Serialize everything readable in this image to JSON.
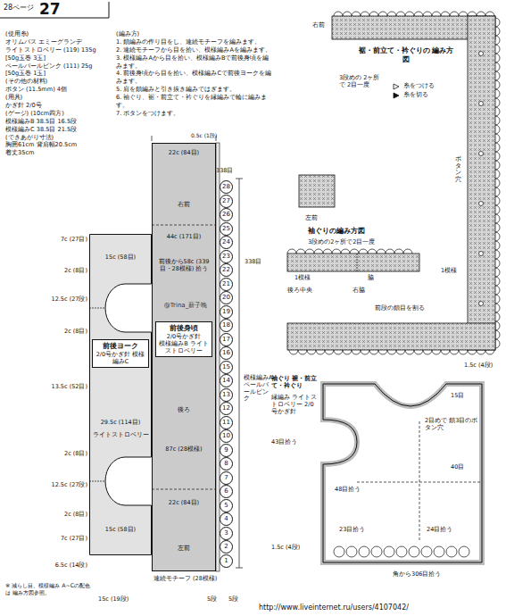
{
  "diagram": {
    "nodes": [
      {
        "text": [
          "前後ヨーク",
          "2/0号かぎ針 模様編みC"
        ]
      },
      {
        "text": [
          "前後身頃",
          "2/0号かぎ針",
          "模様編みB ライトストロベリー"
        ]
      },
      {
        "text": [
          "1"
        ]
      },
      {
        "text": [
          "2"
        ]
      },
      {
        "text": [
          "3"
        ]
      },
      {
        "text": [
          "4"
        ]
      },
      {
        "text": [
          "5"
        ]
      },
      {
        "text": [
          "6"
        ]
      },
      {
        "text": [
          "7"
        ]
      },
      {
        "text": [
          "8"
        ]
      },
      {
        "text": [
          "9"
        ]
      },
      {
        "text": [
          "10"
        ]
      },
      {
        "text": [
          "11"
        ]
      },
      {
        "text": [
          "12"
        ]
      },
      {
        "text": [
          "13"
        ]
      },
      {
        "text": [
          "14"
        ]
      },
      {
        "text": [
          "15"
        ]
      },
      {
        "text": [
          "16"
        ]
      },
      {
        "text": [
          "17"
        ]
      },
      {
        "text": [
          "18"
        ]
      },
      {
        "text": [
          "19"
        ]
      },
      {
        "text": [
          "20"
        ]
      },
      {
        "text": [
          "21"
        ]
      },
      {
        "text": [
          "22"
        ]
      },
      {
        "text": [
          "23"
        ]
      },
      {
        "text": [
          "24"
        ]
      },
      {
        "text": [
          "25"
        ]
      },
      {
        "text": [
          "26"
        ]
      },
      {
        "text": [
          "27"
        ]
      },
      {
        "text": [
          "28"
        ]
      }
    ],
    "labels": [
      "28ページ",
      "27",
      "(使用糸)",
      "オリムパス エミーグランデ",
      "ライトストロベリー (119) 135g",
      "[50g玉巻 3玉]",
      "ペールパールピンク (111) 25g",
      "[50g玉巻 1玉]",
      "(その他の材料)",
      "ボタン (11.5mm) 4個",
      "(用具)",
      "かぎ針 2/0号",
      "(ゲージ) (10cm四方)",
      "模様編みB 38.5目 16.5段",
      "模様編みC 38.5目 21.5段",
      "(できあがり寸法)",
      "胸囲61cm 背肩幅20.5cm",
      "着丈35cm",
      "(編み方)",
      "1. 鎖編みの作り目をし、連続モチーフを編みます。",
      "2. 連続モチーフから目を拾い、模様編みAを編みます。",
      "3. 模様編みAから目を拾い、模様編みBで前後身頃を編みます。",
      "4. 前後身頃から目を拾い、模様編みCで前後ヨークを編みます。",
      "5. 肩を鎖編みと引き抜き編みではぎます。",
      "6. 袖ぐり、裾・前立て・衿ぐりを縁編みで輪に編みます。",
      "7. ボタンをつけます。",
      "7c (27目)",
      "2c (8目)",
      "12.5c (27段)",
      "2c (8目)",
      "13.5c (52目)",
      "2c (8目)",
      "12.5c (27段)",
      "2c (8目)",
      "7c (27目)",
      "6.5c (14段)",
      "15c (58目)",
      "29.5c (114目)",
      "ライトストロベリー",
      "15c (58目)",
      "0.5c (1段)",
      "22c (84目)",
      "右前",
      "44c (171目)",
      "前後から58c (339目・28模様) 拾う",
      "後ろ",
      "87c (28模様)",
      "22c (84目)",
      "左前",
      "338目",
      "338目",
      "模様編みA ペールパールピンク",
      "@Trina_薪子晚",
      "連続モチーフ (28模様)",
      "15c (19段)",
      "5段",
      "5段",
      "※ 減らし目、模様編み A~Cの配色は 編み方図参照。",
      "右前",
      "裾・前立て・衿ぐりの 編み方図",
      "3段めの 2ヶ所で 2目一度",
      "ボタン穴",
      "左前",
      "1模様",
      "袖ぐりの編み方図",
      "3段めの2ヶ所で2目一度",
      "1模様",
      "脇",
      "後ろ中央",
      "右脇",
      "前段の鎖目を割る",
      "袖ぐり 裾・前立て・衿ぐり",
      "縁編み ライトストロベリー 2/0号かぎ針",
      "1.5c (4段)",
      "15目",
      "2目めで 鎖3目のボタン穴",
      "40目",
      "43目拾う",
      "48目拾う",
      "23目拾う",
      "24目拾う",
      "1.5c (4段)",
      "角から306目拾う",
      "http://www.liveinternet.ru/users/4107042/"
    ],
    "legend": [
      {
        "text": "糸をつける"
      },
      {
        "text": "糸を切る"
      }
    ]
  }
}
